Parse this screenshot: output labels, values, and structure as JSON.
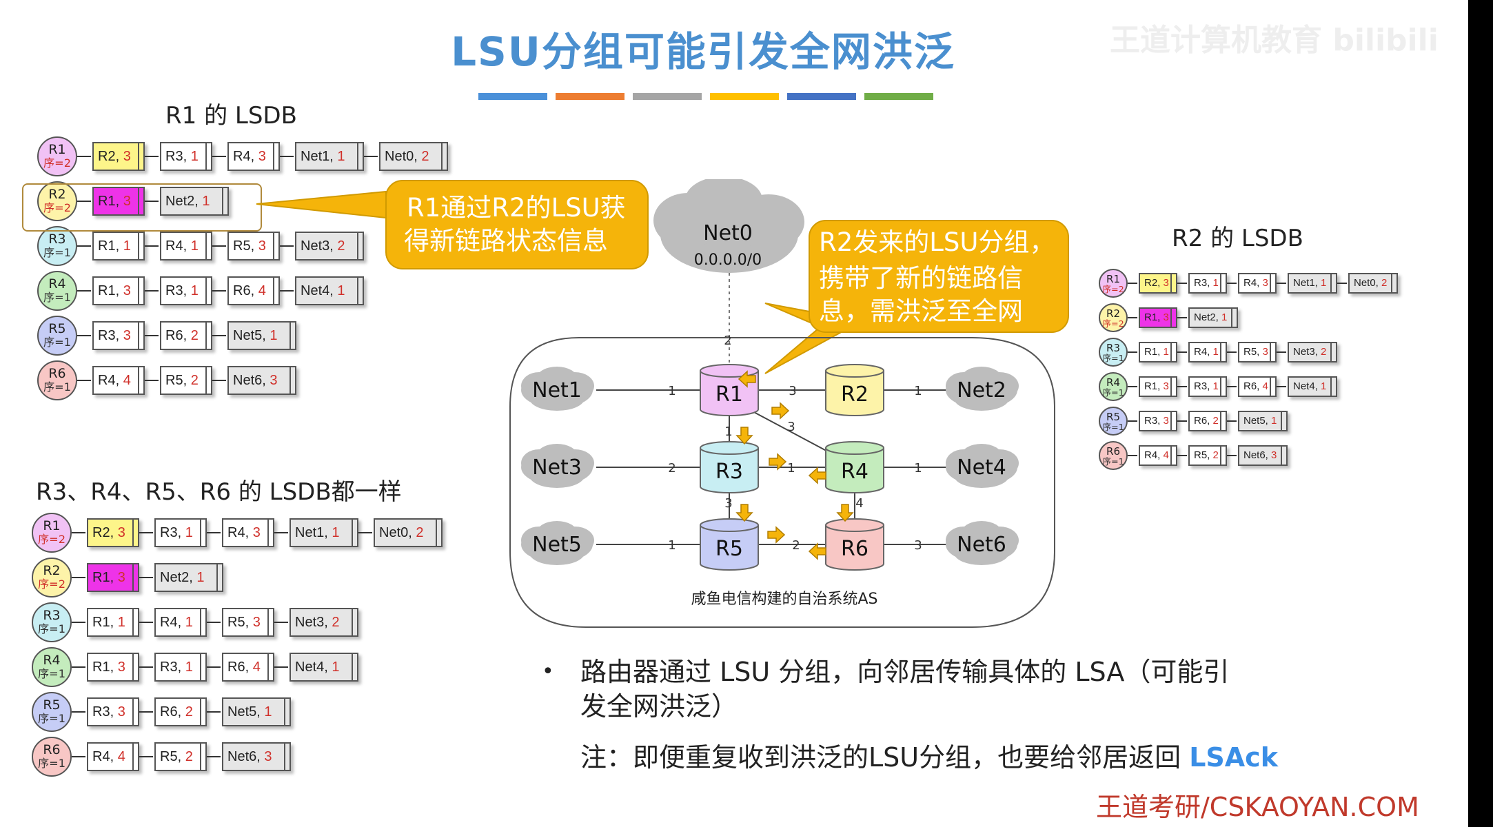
{
  "title": "LSU分组可能引发全网洪泛",
  "watermark": "王道计算机教育 bilibili",
  "stripe_colors": [
    "#4a90d9",
    "#ed7d31",
    "#a5a5a5",
    "#ffc000",
    "#4472c4",
    "#70ad47"
  ],
  "lsdb_r1": {
    "title": "R1 的 LSDB",
    "rows": [
      {
        "router": "R1",
        "seq": "序=2",
        "color": "#f1c2f5",
        "entries": [
          {
            "n": "R2, ",
            "v": "3",
            "hl": "yellow"
          },
          {
            "n": "R3, ",
            "v": "1"
          },
          {
            "n": "R4, ",
            "v": "3"
          },
          {
            "n": "Net1, ",
            "v": "1",
            "hl": "gray"
          },
          {
            "n": "Net0, ",
            "v": "2",
            "hl": "gray"
          }
        ]
      },
      {
        "router": "R2",
        "seq": "序=2",
        "color": "#fdf3a9",
        "entries": [
          {
            "n": "R1, ",
            "v": "3",
            "hl": "magenta"
          },
          {
            "n": "Net2, ",
            "v": "1",
            "hl": "gray"
          }
        ]
      },
      {
        "router": "R3",
        "seq": "序=1",
        "color": "#c8eef3",
        "entries": [
          {
            "n": "R1, ",
            "v": "1"
          },
          {
            "n": "R4, ",
            "v": "1"
          },
          {
            "n": "R5, ",
            "v": "3"
          },
          {
            "n": "Net3, ",
            "v": "2",
            "hl": "gray"
          }
        ]
      },
      {
        "router": "R4",
        "seq": "序=1",
        "color": "#c4ecbd",
        "entries": [
          {
            "n": "R1, ",
            "v": "3"
          },
          {
            "n": "R3, ",
            "v": "1"
          },
          {
            "n": "R6, ",
            "v": "4"
          },
          {
            "n": "Net4, ",
            "v": "1",
            "hl": "gray"
          }
        ]
      },
      {
        "router": "R5",
        "seq": "序=1",
        "color": "#c6cdf6",
        "entries": [
          {
            "n": "R3, ",
            "v": "3"
          },
          {
            "n": "R6, ",
            "v": "2"
          },
          {
            "n": "Net5, ",
            "v": "1",
            "hl": "gray"
          }
        ]
      },
      {
        "router": "R6",
        "seq": "序=1",
        "color": "#f8c7c5",
        "entries": [
          {
            "n": "R4, ",
            "v": "4"
          },
          {
            "n": "R5, ",
            "v": "2"
          },
          {
            "n": "Net6, ",
            "v": "3",
            "hl": "gray"
          }
        ]
      }
    ]
  },
  "lsdb_others": {
    "title": "R3、R4、R5、R6 的 LSDB都一样"
  },
  "lsdb_r2": {
    "title": "R2 的 LSDB"
  },
  "bubble_left": {
    "line1": "R1通过R2的LSU获",
    "line2": "得新链路状态信息"
  },
  "bubble_right": {
    "line1": "R2发来的LSU分组，",
    "line2": "携带了新的链路信",
    "line3": "息，需洪泛至全网"
  },
  "network": {
    "net0_name": "Net0",
    "net0_addr": "0.0.0.0/0",
    "caption": "咸鱼电信构建的自治系统AS",
    "routers": [
      "R1",
      "R2",
      "R3",
      "R4",
      "R5",
      "R6"
    ],
    "nets": [
      "Net1",
      "Net2",
      "Net3",
      "Net4",
      "Net5",
      "Net6"
    ],
    "costs": {
      "net0_r1": "2",
      "net1_r1": "1",
      "r1_r2": "3",
      "r2_net2": "1",
      "r1_r3": "1",
      "r1_r4": "3",
      "net3_r3": "2",
      "r3_r4": "1",
      "r4_net4": "1",
      "r3_r5": "3",
      "r4_r6": "4",
      "net5_r5": "1",
      "r5_r6": "2",
      "r6_net6": "3"
    }
  },
  "bullet_text_line1": "路由器通过 LSU 分组，向邻居传输具体的 LSA（可能引",
  "bullet_text_line2": "发全网洪泛）",
  "note_prefix": "注：即便重复收到洪泛的LSU分组，也要给邻居返回 ",
  "note_lsack": "LSAck",
  "footer": "王道考研/CSKAOYAN.COM"
}
